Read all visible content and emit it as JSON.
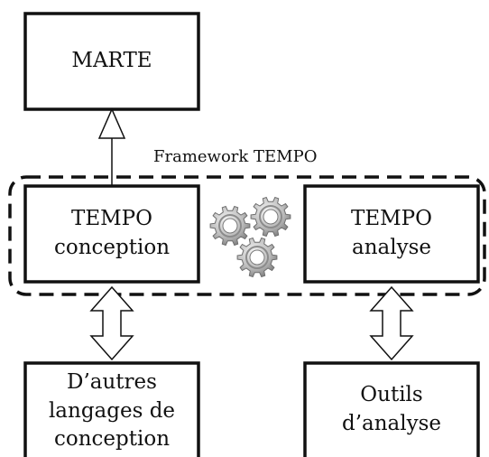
{
  "framework": {
    "label": "Framework TEMPO"
  },
  "nodes": {
    "marte": {
      "line1": "MARTE"
    },
    "tempo_conception": {
      "line1": "TEMPO",
      "line2": "conception"
    },
    "tempo_analyse": {
      "line1": "TEMPO",
      "line2": "analyse"
    },
    "autres_langages": {
      "line1": "D’autres",
      "line2": "langages de",
      "line3": "conception"
    },
    "outils_analyse": {
      "line1": "Outils",
      "line2": "d’analyse"
    }
  },
  "icons": {
    "center": "gears-icon"
  },
  "colors": {
    "stroke": "#111111",
    "gear_light": "#d9d9d9",
    "gear_dark": "#8c8c8c"
  }
}
